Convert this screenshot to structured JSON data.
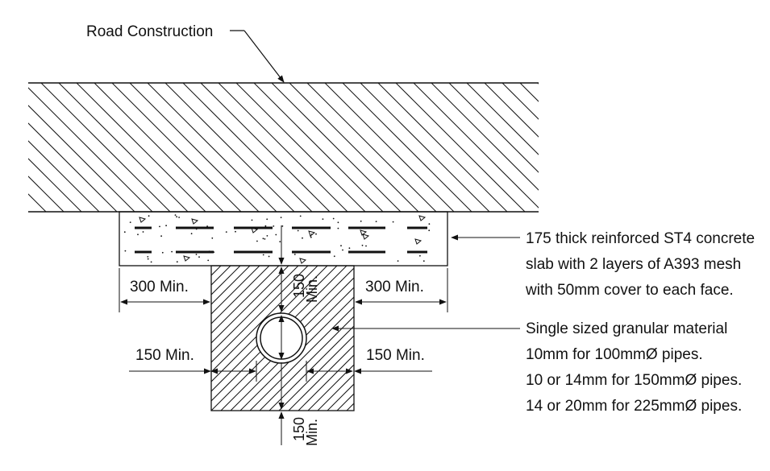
{
  "labels": {
    "road": "Road Construction",
    "dim_left_300": "300 Min.",
    "dim_right_300": "300 Min.",
    "dim_left_150": "150 Min.",
    "dim_right_150": "150 Min.",
    "dim_top_150_num": "150",
    "dim_top_150_min": "Min.",
    "dim_bottom_150_num": "150",
    "dim_bottom_150_min": "Min."
  },
  "notes": {
    "slab": [
      "175 thick reinforced ST4 concrete",
      "slab with 2 layers of A393 mesh",
      "with 50mm cover to each face."
    ],
    "granular": [
      "Single sized granular material",
      "10mm for 100mmØ pipes.",
      "10 or 14mm for 150mmØ pipes.",
      "14 or 20mm for 225mmØ pipes."
    ]
  },
  "colors": {
    "line": "#111111",
    "background": "#ffffff"
  }
}
